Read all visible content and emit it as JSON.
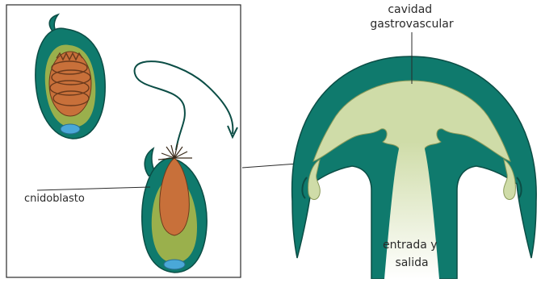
{
  "labels": {
    "cavidad": [
      "cavidad",
      "gastrovascular"
    ],
    "cnidoblasto": "cnidoblasto",
    "entrada": [
      "entrada y",
      "salida"
    ]
  },
  "colors": {
    "dark_teal": "#0f7a6d",
    "teal_outline": "#0b4d45",
    "light_green": "#cfdca8",
    "olive_green": "#9ab04c",
    "orange": "#c8703a",
    "blue": "#4aa8d8",
    "line": "#2a2a2a"
  }
}
